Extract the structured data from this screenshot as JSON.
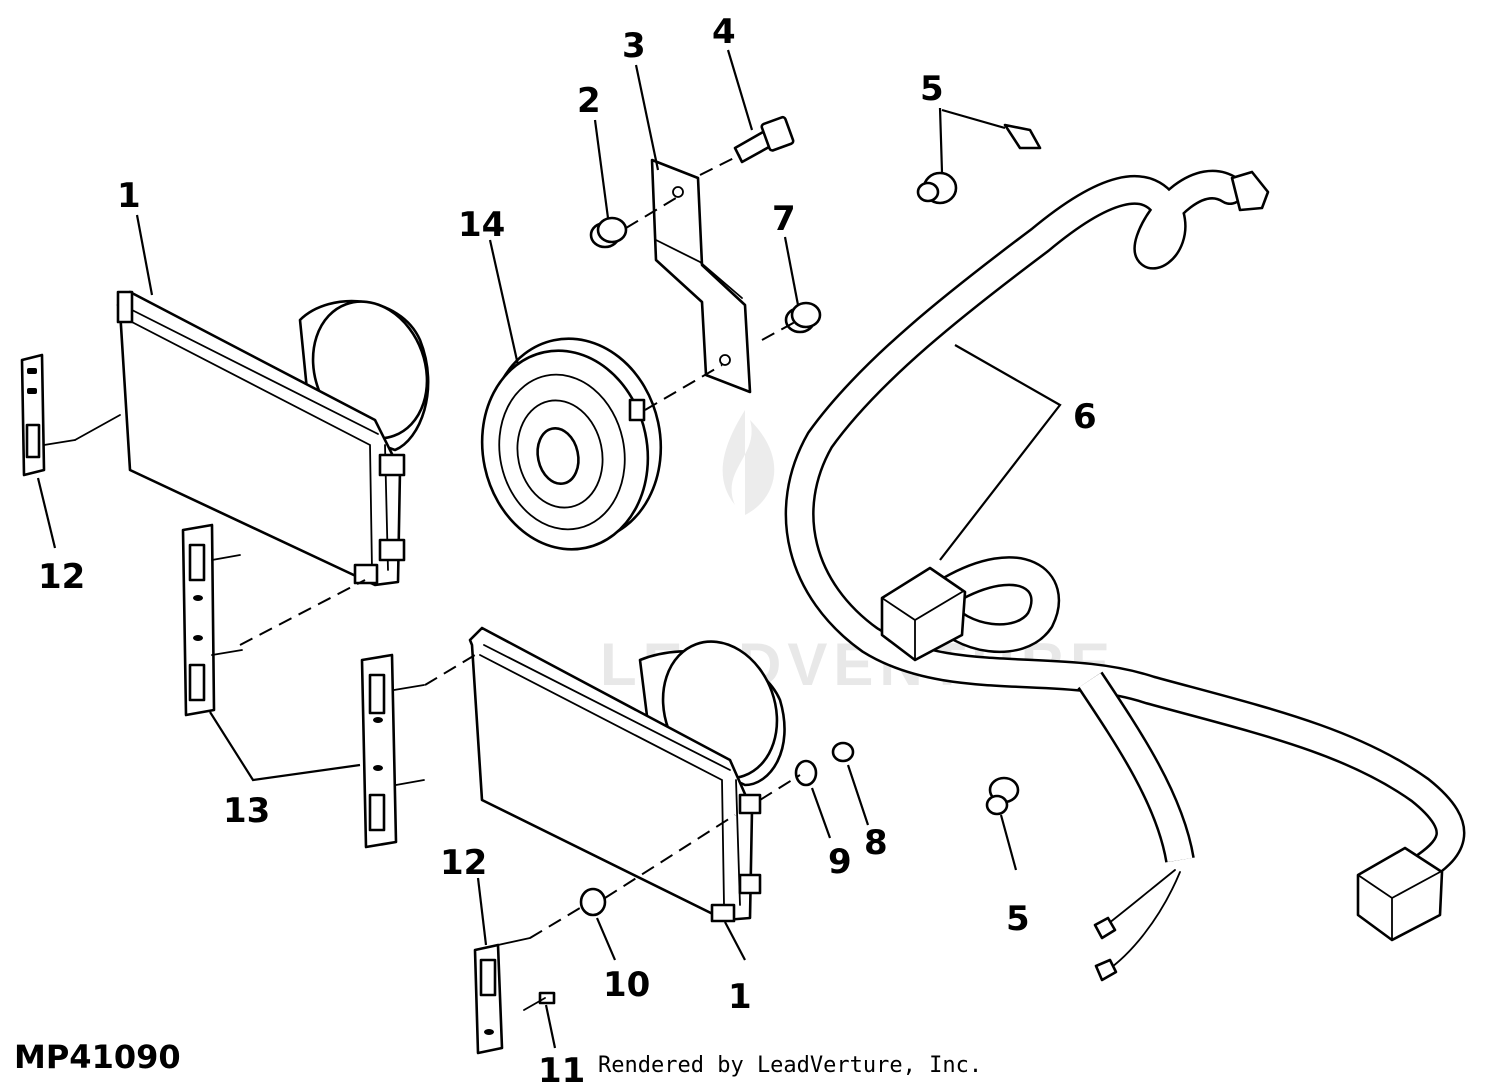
{
  "figure_id": "MP41090",
  "credit": "Rendered by LeadVerture, Inc.",
  "watermark": "LEADVENTURE",
  "callouts": {
    "c1a": "1",
    "c1b": "1",
    "c2": "2",
    "c3": "3",
    "c4": "4",
    "c5a": "5",
    "c5b": "5",
    "c6": "6",
    "c7": "7",
    "c8": "8",
    "c9": "9",
    "c10": "10",
    "c11": "11",
    "c12a": "12",
    "c12b": "12",
    "c13": "13",
    "c14": "14"
  },
  "parts": [
    {
      "name": "headlight",
      "icon": "headlight-icon"
    },
    {
      "name": "horn",
      "icon": "horn-icon"
    },
    {
      "name": "wiring-harness",
      "icon": "harness-icon"
    },
    {
      "name": "mounting-bracket",
      "icon": "bracket-icon"
    }
  ]
}
